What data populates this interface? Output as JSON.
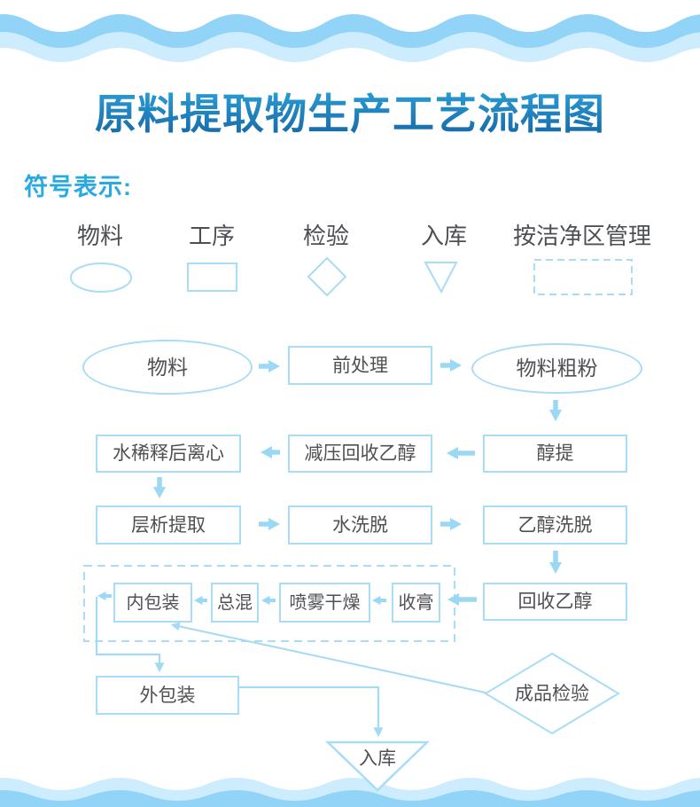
{
  "title": "原料提取物生产工艺流程图",
  "legend": {
    "heading": "符号表示:",
    "items": [
      {
        "label": "物料",
        "shape": "ellipse"
      },
      {
        "label": "工序",
        "shape": "rectangle"
      },
      {
        "label": "检验",
        "shape": "diamond"
      },
      {
        "label": "入库",
        "shape": "triangle-down"
      },
      {
        "label": "按洁净区管理",
        "shape": "dashed-rectangle"
      }
    ]
  },
  "flowchart": {
    "nodes": {
      "material": {
        "label": "物料",
        "shape": "ellipse"
      },
      "pretreatment": {
        "label": "前处理",
        "shape": "rectangle"
      },
      "coarse_powder": {
        "label": "物料粗粉",
        "shape": "ellipse"
      },
      "alcohol_extraction": {
        "label": "醇提",
        "shape": "rectangle"
      },
      "vacuum_ethanol_recovery": {
        "label": "减压回收乙醇",
        "shape": "rectangle"
      },
      "water_dilution_centrifuge": {
        "label": "水稀释后离心",
        "shape": "rectangle"
      },
      "chromatography": {
        "label": "层析提取",
        "shape": "rectangle"
      },
      "water_elution": {
        "label": "水洗脱",
        "shape": "rectangle"
      },
      "ethanol_elution": {
        "label": "乙醇洗脱",
        "shape": "rectangle"
      },
      "ethanol_recovery": {
        "label": "回收乙醇",
        "shape": "rectangle"
      },
      "paste_collection": {
        "label": "收膏",
        "shape": "rectangle"
      },
      "spray_drying": {
        "label": "喷雾干燥",
        "shape": "rectangle"
      },
      "total_mixing": {
        "label": "总混",
        "shape": "rectangle"
      },
      "inner_packaging": {
        "label": "内包装",
        "shape": "rectangle"
      },
      "outer_packaging": {
        "label": "外包装",
        "shape": "rectangle"
      },
      "finished_inspection": {
        "label": "成品检验",
        "shape": "diamond"
      },
      "warehousing": {
        "label": "入库",
        "shape": "triangle-down"
      }
    },
    "edges": [
      [
        "material",
        "pretreatment"
      ],
      [
        "pretreatment",
        "coarse_powder"
      ],
      [
        "coarse_powder",
        "alcohol_extraction"
      ],
      [
        "alcohol_extraction",
        "vacuum_ethanol_recovery"
      ],
      [
        "vacuum_ethanol_recovery",
        "water_dilution_centrifuge"
      ],
      [
        "water_dilution_centrifuge",
        "chromatography"
      ],
      [
        "chromatography",
        "water_elution"
      ],
      [
        "water_elution",
        "ethanol_elution"
      ],
      [
        "ethanol_elution",
        "ethanol_recovery"
      ],
      [
        "ethanol_recovery",
        "paste_collection"
      ],
      [
        "paste_collection",
        "spray_drying"
      ],
      [
        "spray_drying",
        "total_mixing"
      ],
      [
        "total_mixing",
        "inner_packaging"
      ],
      [
        "inner_packaging",
        "outer_packaging"
      ],
      [
        "outer_packaging",
        "warehousing"
      ],
      [
        "finished_inspection",
        "inner_packaging"
      ]
    ],
    "clean_zone_nodes": [
      "inner_packaging",
      "total_mixing",
      "spray_drying",
      "paste_collection"
    ]
  },
  "colors": {
    "accent_heading": "#29a9e1",
    "title_gradient_top": "#2fa9de",
    "title_gradient_bottom": "#1463a3",
    "shape_stroke": "#a8dcf7",
    "arrow_fill": "#9bd8f6",
    "node_text": "#4e5054",
    "wave_dark": "#92d4f7",
    "wave_light": "#cdecfd"
  }
}
